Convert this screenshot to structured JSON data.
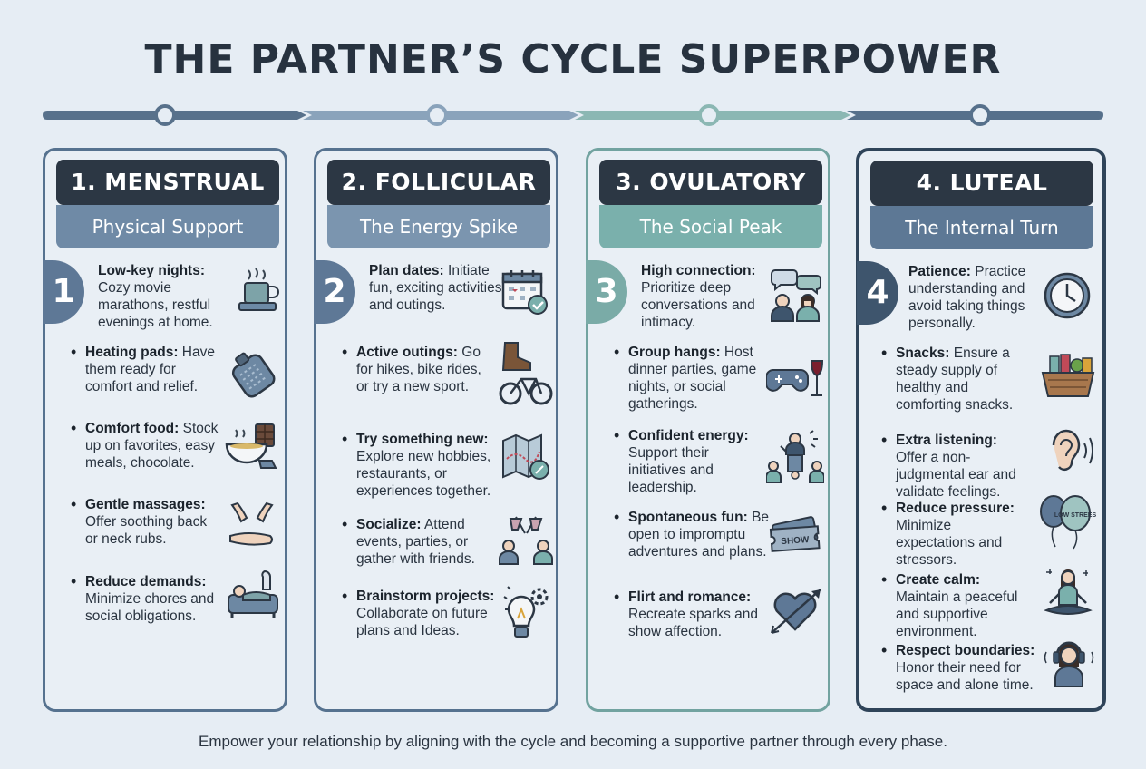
{
  "title": "THE PARTNER’S CYCLE SUPERPOWER",
  "footer": "Empower your relationship by aligning with the cycle and becoming a supportive partner through every phase.",
  "colors": {
    "dark": "#2c3744",
    "blue": "#6f8aa6",
    "teal": "#7ab0ac",
    "navy": "#3e556d"
  },
  "phases": [
    {
      "heading": "1. MENSTRUAL",
      "subtitle": "Physical Support",
      "number": "1",
      "items": [
        {
          "label": "Low-key nights:",
          "text": "Cozy movie marathons, restful evenings at home.",
          "icon": "tea-mug-icon"
        },
        {
          "label": "Heating pads:",
          "text": "Have them ready for comfort and relief.",
          "icon": "heating-pad-icon"
        },
        {
          "label": "Comfort food:",
          "text": "Stock up on favorites, easy meals, chocolate.",
          "icon": "soup-bowl-icon"
        },
        {
          "label": "Gentle massages:",
          "text": "Offer soothing back or neck rubs.",
          "icon": "massage-hands-icon"
        },
        {
          "label": "Reduce demands:",
          "text": "Minimize chores and social obligations.",
          "icon": "couch-rest-icon"
        }
      ]
    },
    {
      "heading": "2. FOLLICULAR",
      "subtitle": "The Energy Spike",
      "number": "2",
      "items": [
        {
          "label": "Plan dates:",
          "text": "Initiate fun, exciting activities and outings.",
          "icon": "calendar-icon"
        },
        {
          "label": "Active outings:",
          "text": "Go for hikes, bike rides, or try a new sport.",
          "icon": "boot-bike-icon"
        },
        {
          "label": "Try something new:",
          "text": "Explore new hobbies, restaurants, or experiences together.",
          "icon": "map-icon"
        },
        {
          "label": "Socialize:",
          "text": "Attend events, parties, or gather with friends.",
          "icon": "toast-icon"
        },
        {
          "label": "Brainstorm projects:",
          "text": "Collaborate on future plans and Ideas.",
          "icon": "lightbulb-icon"
        }
      ]
    },
    {
      "heading": "3. OVULATORY",
      "subtitle": "The Social Peak",
      "number": "3",
      "items": [
        {
          "label": "High connection:",
          "text": "Prioritize deep conversations and intimacy.",
          "icon": "conversation-icon"
        },
        {
          "label": "Group hangs:",
          "text": "Host dinner parties, game nights, or social gatherings.",
          "icon": "controller-wine-icon"
        },
        {
          "label": "Confident energy:",
          "text": "Support their initiatives and leadership.",
          "icon": "podium-icon"
        },
        {
          "label": "Spontaneous fun:",
          "text": "Be open to impromptu adventures and plans.",
          "icon": "ticket-icon",
          "icon_text": "SHOW"
        },
        {
          "label": "Flirt and romance:",
          "text": "Recreate sparks and show affection.",
          "icon": "heart-arrow-icon"
        }
      ]
    },
    {
      "heading": "4. LUTEAL",
      "subtitle": "The Internal Turn",
      "number": "4",
      "items": [
        {
          "label": "Patience:",
          "text": "Practice understanding and avoid taking things personally.",
          "icon": "clock-icon"
        },
        {
          "label": "Snacks:",
          "text": "Ensure a steady supply of healthy and comforting snacks.",
          "icon": "snack-basket-icon"
        },
        {
          "label": "Extra listening:",
          "text": "Offer a non-judgmental ear and validate feelings.",
          "icon": "ear-icon"
        },
        {
          "label": "Reduce pressure:",
          "text": "Minimize expectations and stressors.",
          "icon": "balloons-icon",
          "icon_text": "LOW STREES"
        },
        {
          "label": "Create calm:",
          "text": "Maintain a peaceful and supportive environment.",
          "icon": "meditation-icon"
        },
        {
          "label": "Respect boundaries:",
          "text": "Honor their need for space and alone time.",
          "icon": "headphones-icon"
        }
      ]
    }
  ]
}
